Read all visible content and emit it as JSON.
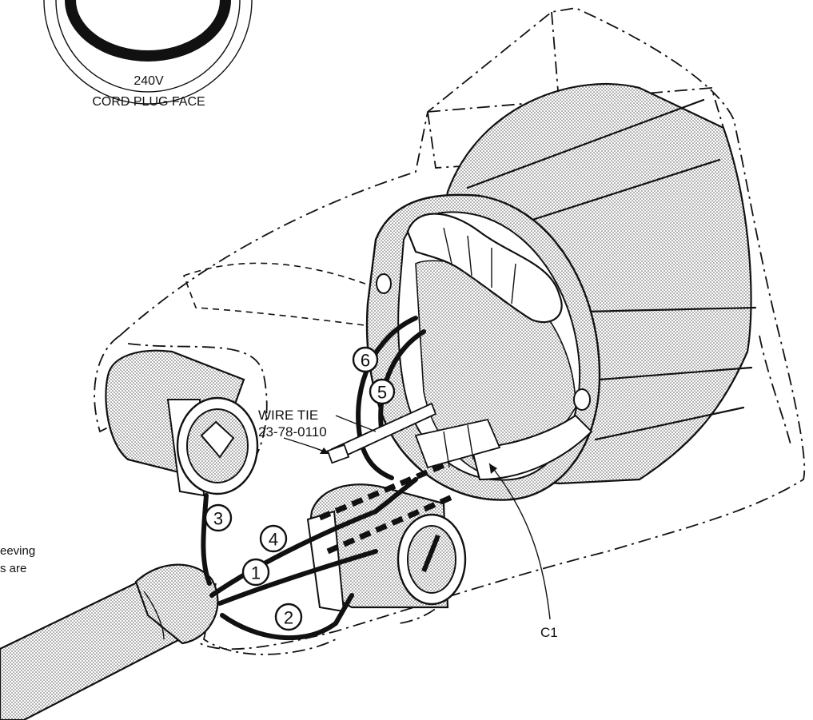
{
  "plug_face": {
    "voltage": "240V",
    "caption": "CORD PLUG FACE"
  },
  "callouts": {
    "wire_tie_label": "WIRE TIE",
    "wire_tie_part": "23-78-0110",
    "capacitor": "C1"
  },
  "wire_numbers": [
    "1",
    "2",
    "3",
    "4",
    "5",
    "6"
  ],
  "side_note": {
    "line1": "eeving",
    "line2": "s are"
  }
}
